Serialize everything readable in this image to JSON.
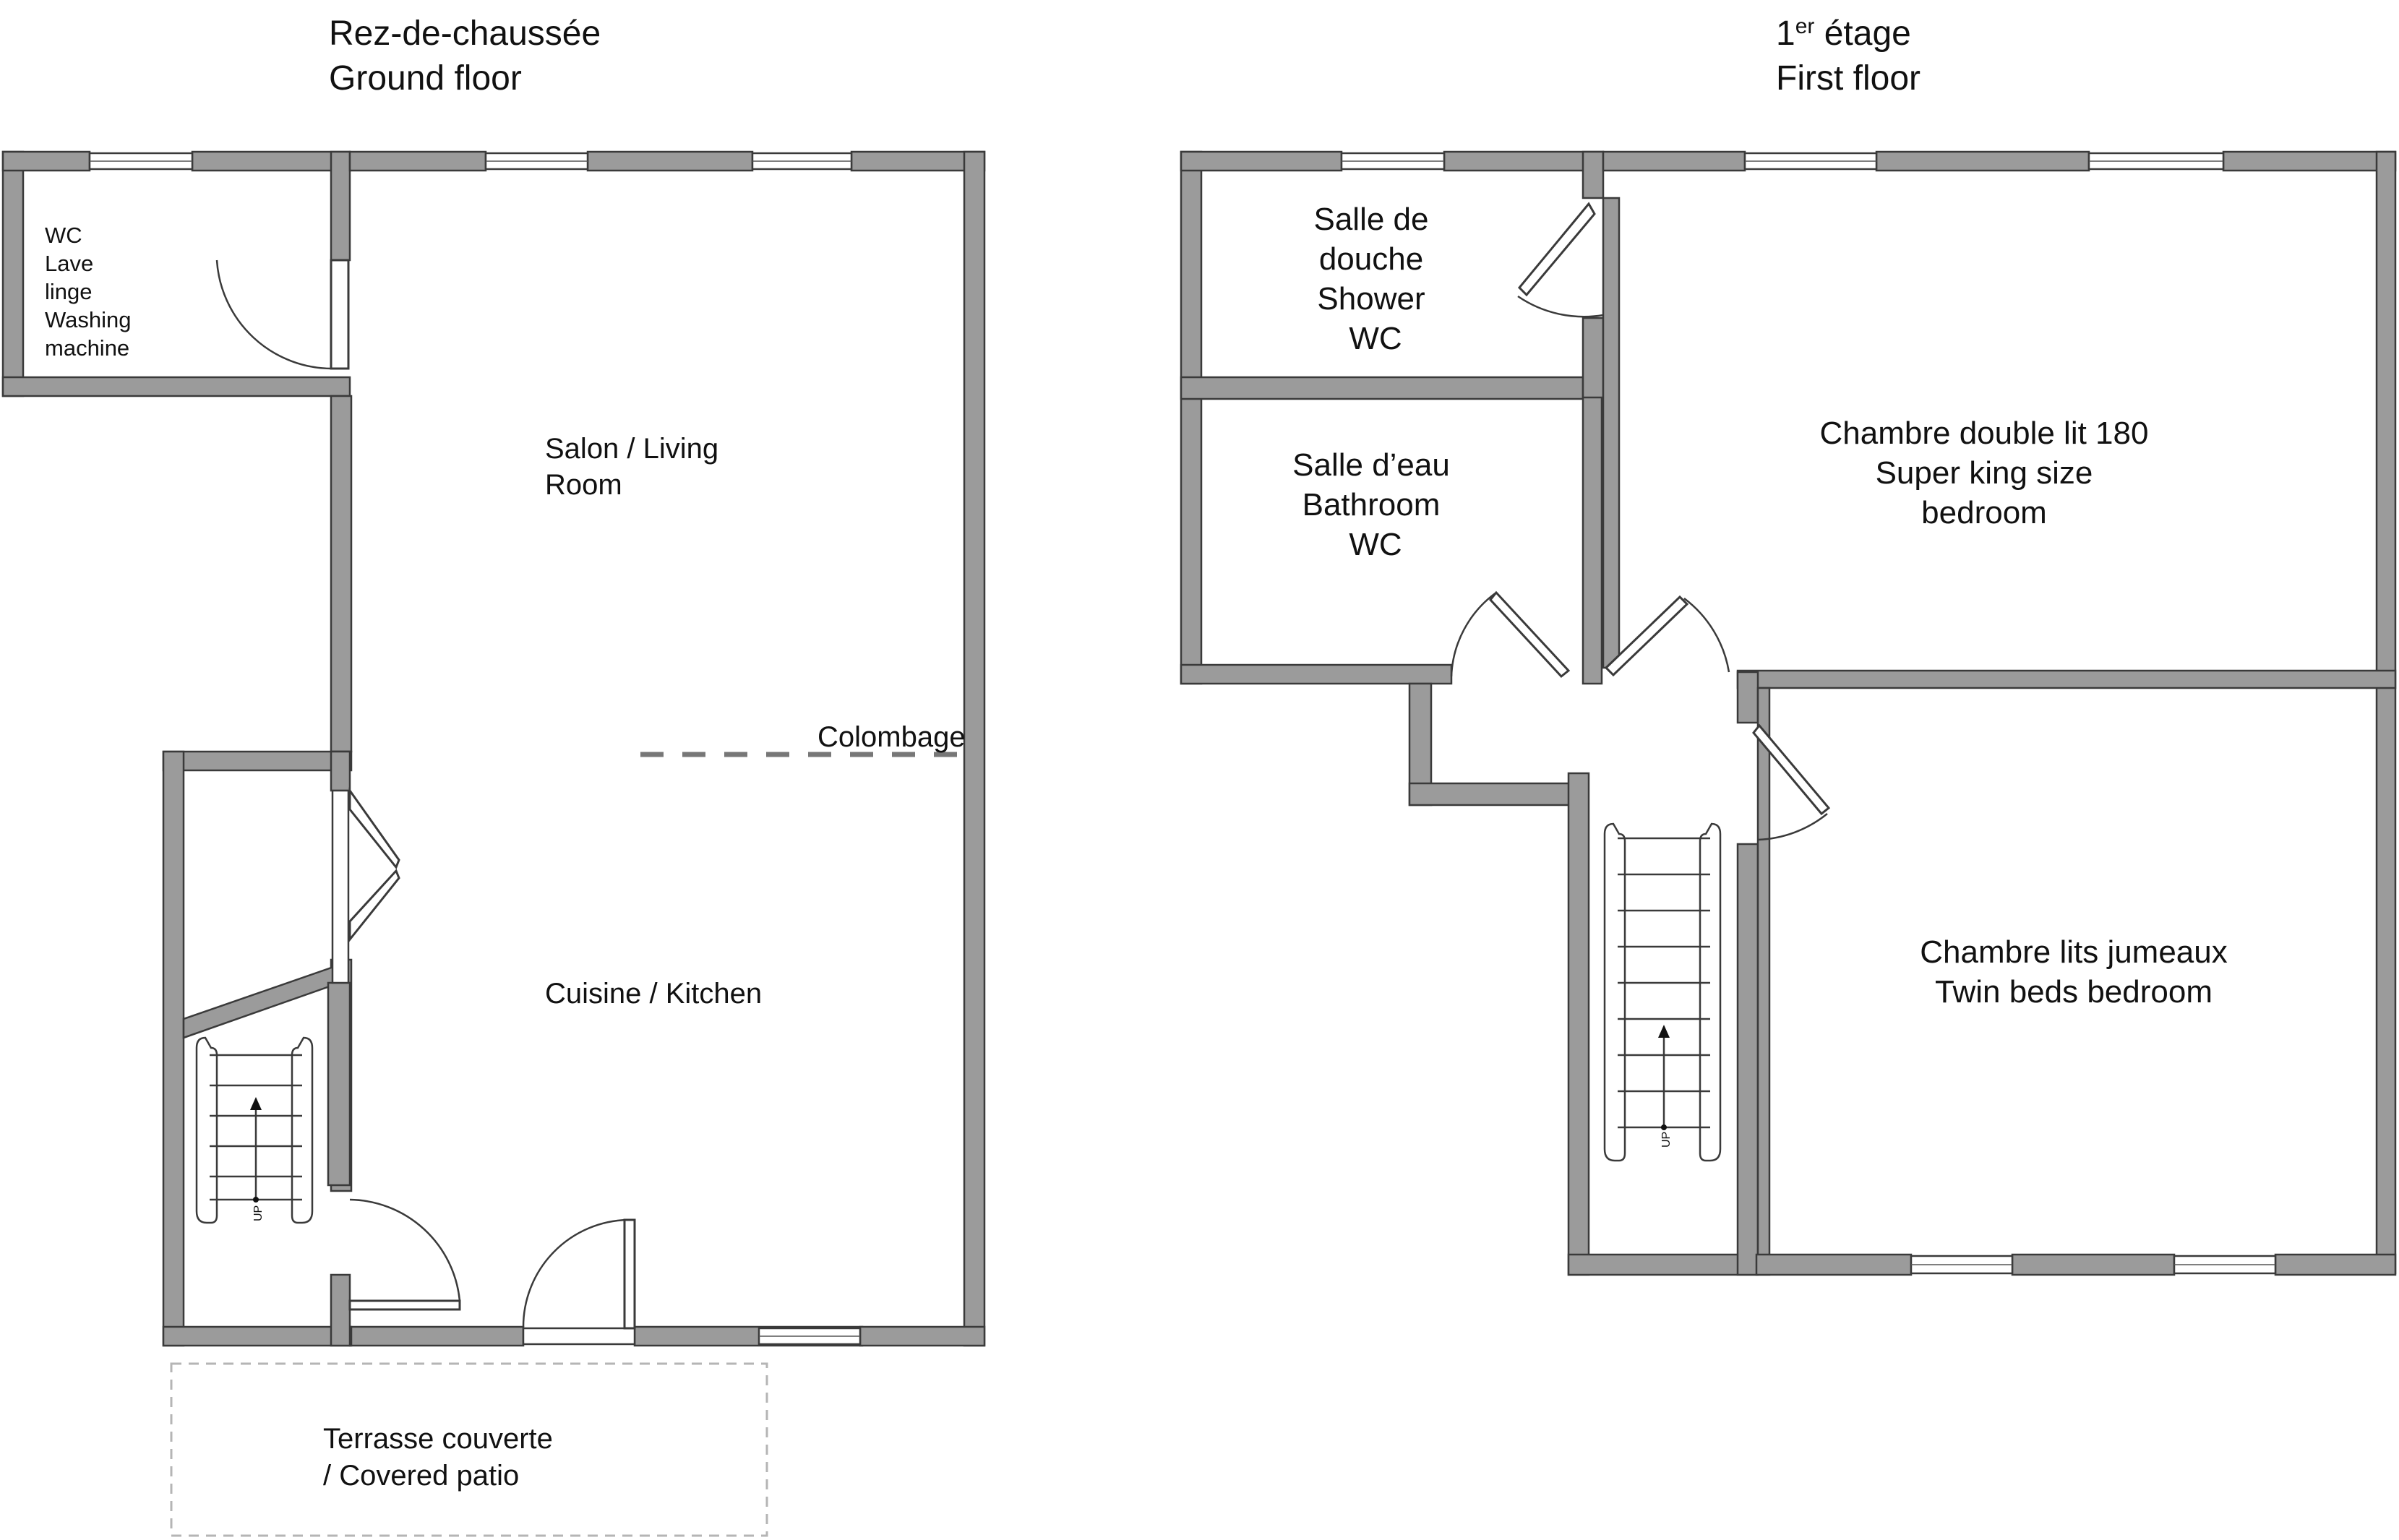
{
  "ground_floor": {
    "title_fr": "Rez-de-chaussée",
    "title_en": "Ground floor",
    "rooms": {
      "wc": {
        "lines": [
          "WC",
          "Lave",
          "linge",
          "Washing",
          "machine"
        ]
      },
      "living": {
        "lines": [
          "Salon / Living",
          "Room"
        ]
      },
      "beam": {
        "label": "Colombage"
      },
      "kitchen": {
        "label": "Cuisine / Kitchen"
      },
      "patio": {
        "lines": [
          "Terrasse couverte",
          "/ Covered patio"
        ]
      }
    },
    "stair_label": "UP"
  },
  "first_floor": {
    "title_prefix": "1",
    "title_sup": "er",
    "title_fr": " étage",
    "title_en": "First floor",
    "rooms": {
      "shower": {
        "lines": [
          "Salle de",
          "douche",
          "Shower",
          "WC"
        ]
      },
      "bathroom": {
        "lines": [
          "Salle d’eau",
          "Bathroom",
          "WC"
        ]
      },
      "master": {
        "lines": [
          "Chambre double lit 180",
          "Super king size",
          "bedroom"
        ]
      },
      "twin": {
        "lines": [
          "Chambre lits jumeaux",
          "Twin beds bedroom"
        ]
      }
    },
    "stair_label": "UP"
  }
}
